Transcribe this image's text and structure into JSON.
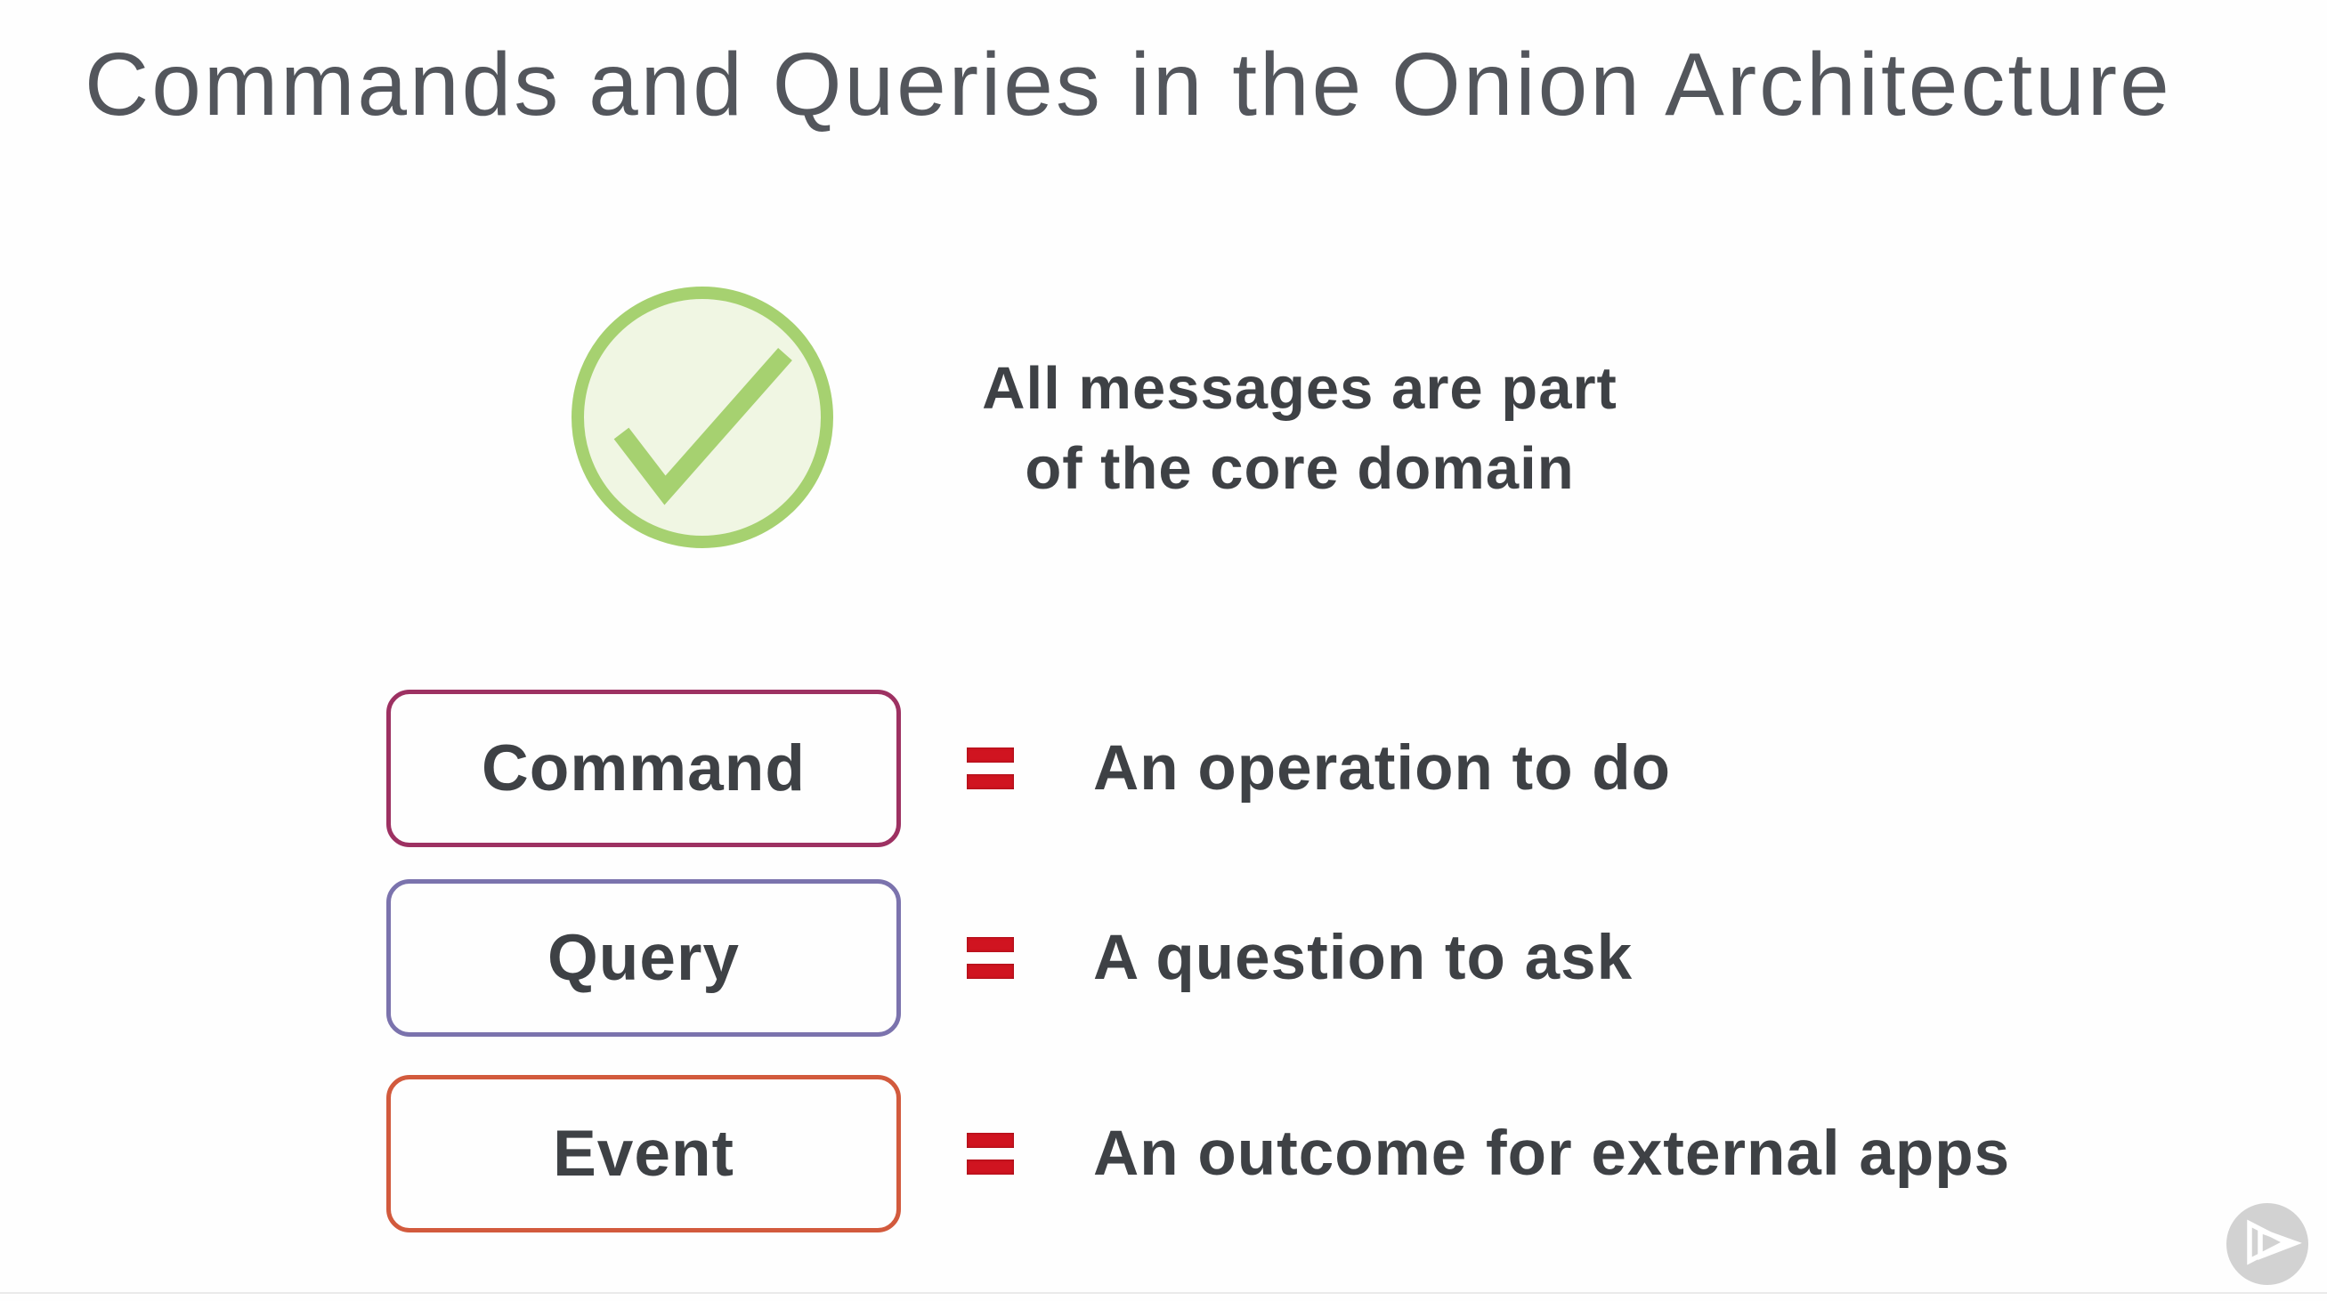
{
  "slide": {
    "title": "Commands and Queries in the Onion Architecture",
    "callout": {
      "icon": "check-circle-icon",
      "line1": "All messages are part",
      "line2": "of the core domain"
    },
    "rows": [
      {
        "label": "Command",
        "equals": "=",
        "definition": "An operation to do",
        "border_color": "#9d3162"
      },
      {
        "label": "Query",
        "equals": "=",
        "definition": "A question to ask",
        "border_color": "#7b73ad"
      },
      {
        "label": "Event",
        "equals": "=",
        "definition": "An outcome for external apps",
        "border_color": "#d25a3d"
      }
    ],
    "colors": {
      "background": "#fefefe",
      "title_text": "#53565c",
      "body_text": "#3e4145",
      "equals_red": "#d01420",
      "check_green": "#a6d170",
      "check_fill": "#f0f6e3",
      "player_circle": "#d2d2d2",
      "player_glyph": "#ffffff"
    },
    "player": {
      "icon": "pluralsight-play-icon"
    }
  }
}
